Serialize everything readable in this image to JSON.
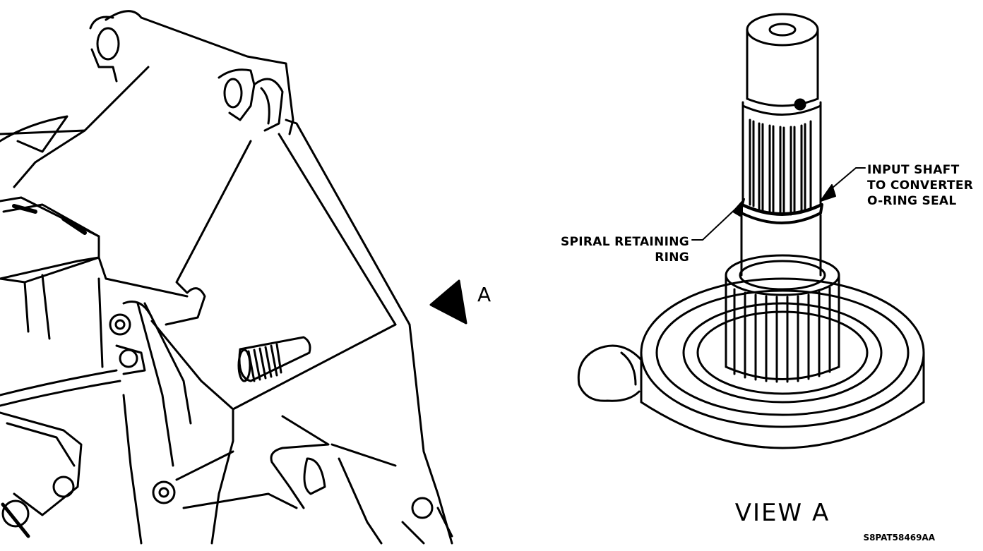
{
  "labels": {
    "arrow_letter": "A",
    "input_shaft_line1": "INPUT SHAFT",
    "input_shaft_line2": "TO CONVERTER",
    "input_shaft_line3": "O-RING SEAL",
    "spiral_line1": "SPIRAL RETAINING",
    "spiral_line2": "RING",
    "view_title": "VIEW A",
    "figure_code": "S8PAT58469AA"
  }
}
